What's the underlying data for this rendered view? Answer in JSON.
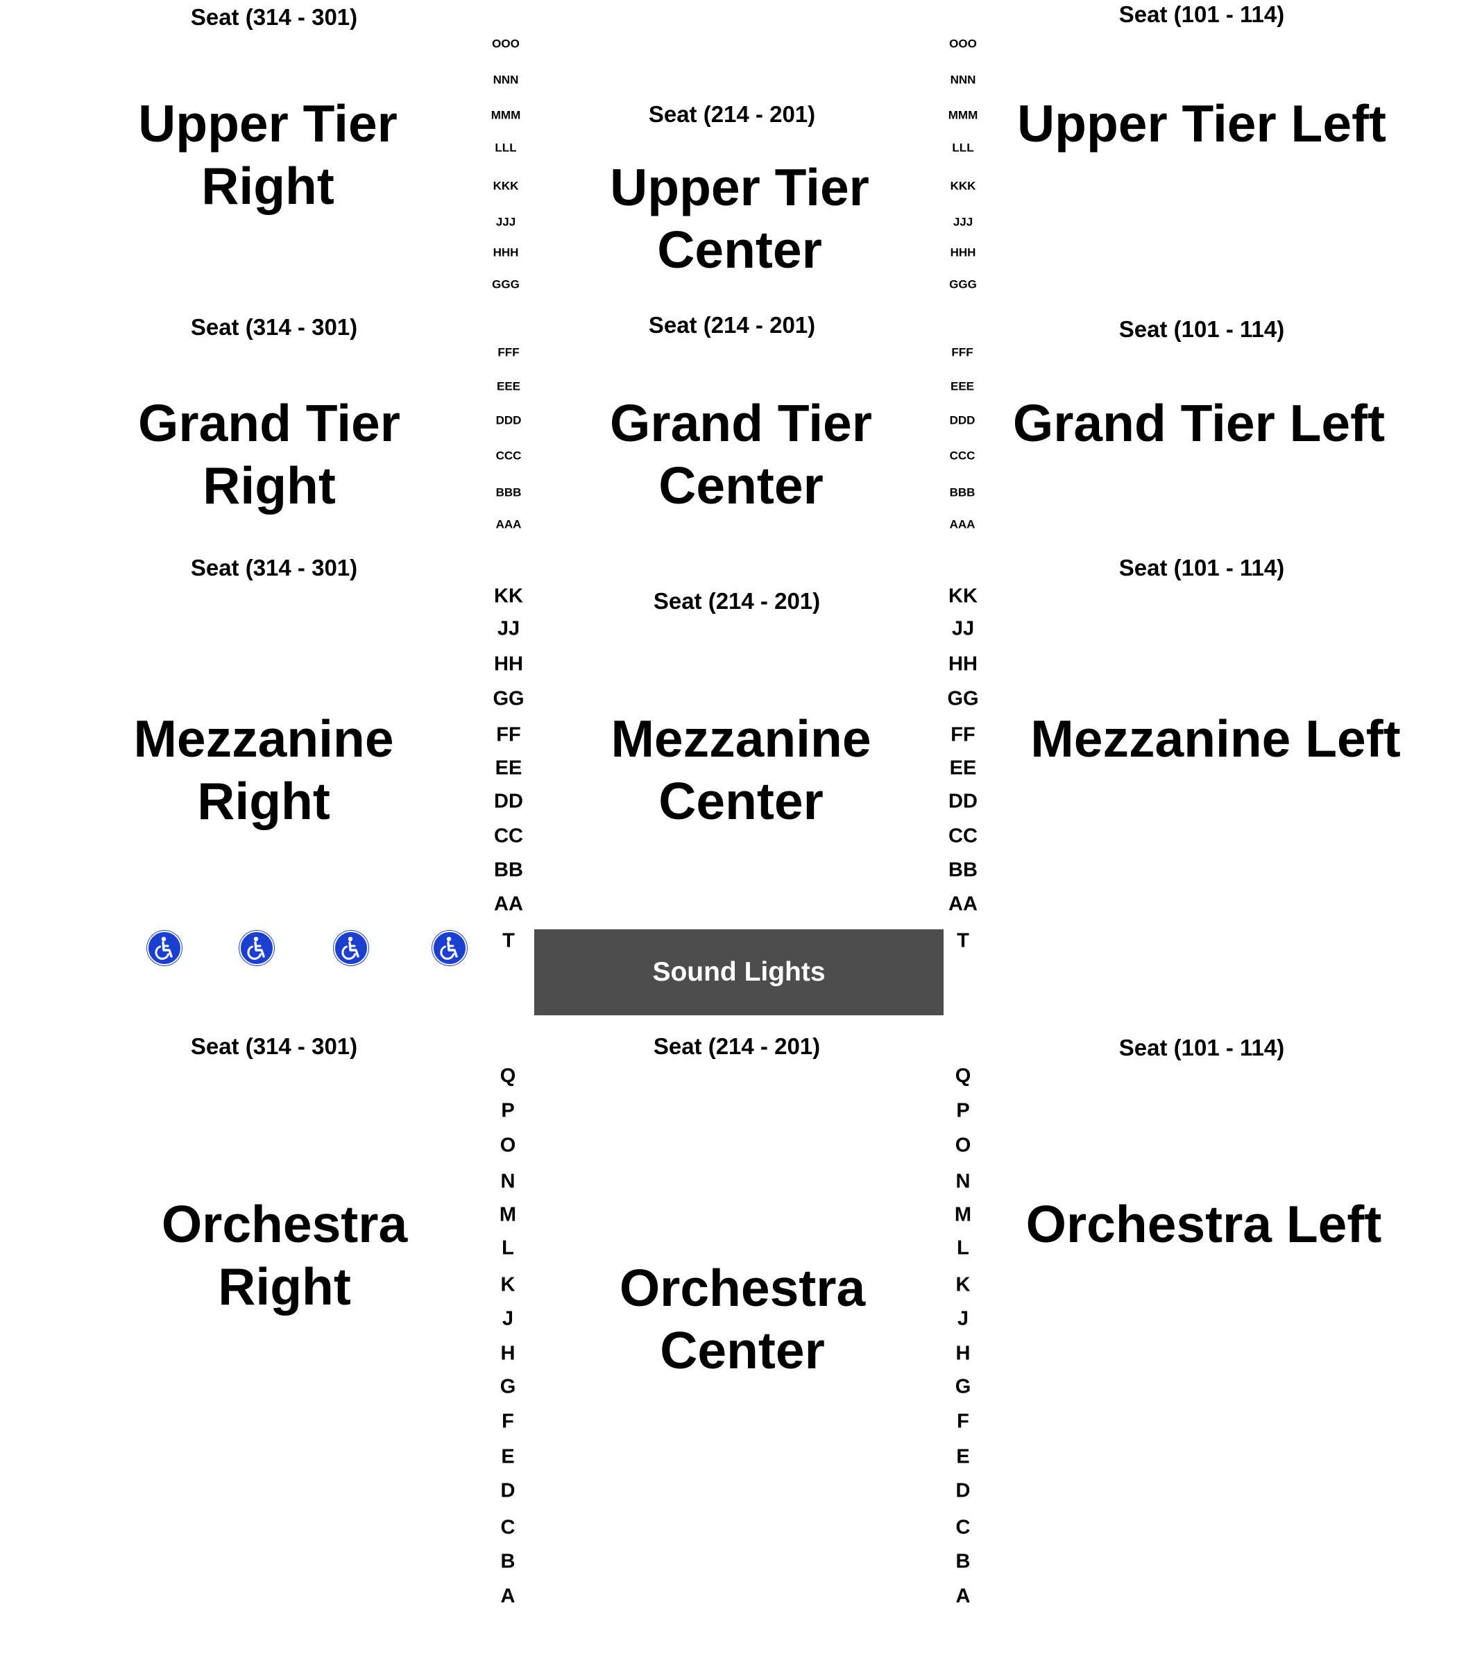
{
  "sections": {
    "upper_tier_right": "Upper Tier Right",
    "upper_tier_center": "Upper Tier Center",
    "upper_tier_left": "Upper Tier Left",
    "grand_tier_right": "Grand Tier Right",
    "grand_tier_center": "Grand Tier Center",
    "grand_tier_left": "Grand Tier Left",
    "mezzanine_right": "Mezzanine Right",
    "mezzanine_center": "Mezzanine Center",
    "mezzanine_left": "Mezzanine Left",
    "orchestra_right": "Orchestra Right",
    "orchestra_center": "Orchestra Center",
    "orchestra_left": "Orchestra Left"
  },
  "seat_ranges": {
    "right": "Seat (314 - 301)",
    "center": "Seat (214 - 201)",
    "left": "Seat (101 - 114)"
  },
  "rows": {
    "upper_tier": [
      "OOO",
      "NNN",
      "MMM",
      "LLL",
      "KKK",
      "JJJ",
      "HHH",
      "GGG"
    ],
    "grand_tier": [
      "FFF",
      "EEE",
      "DDD",
      "CCC",
      "BBB",
      "AAA"
    ],
    "mezzanine": [
      "KK",
      "JJ",
      "HH",
      "GG",
      "FF",
      "EE",
      "DD",
      "CC",
      "BB",
      "AA",
      "T"
    ],
    "orchestra": [
      "Q",
      "P",
      "O",
      "N",
      "M",
      "L",
      "K",
      "J",
      "H",
      "G",
      "F",
      "E",
      "D",
      "C",
      "B",
      "A"
    ]
  },
  "booth_label": "Sound Lights",
  "icons": {
    "accessible": "wheelchair-accessible-icon"
  },
  "colors": {
    "booth": "#4d4d4d",
    "accessible": "#1a3fd1"
  }
}
